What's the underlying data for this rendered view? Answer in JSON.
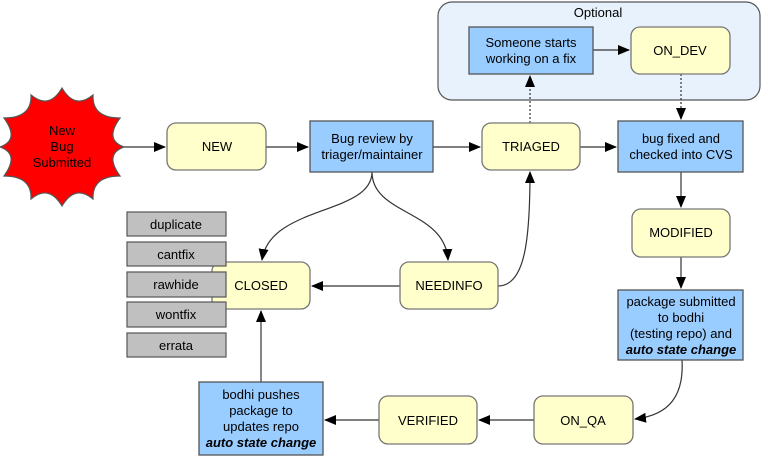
{
  "optional_label": "Optional",
  "start": [
    "New",
    "Bug",
    "Submitted"
  ],
  "nodes": {
    "new": "NEW",
    "review": [
      "Bug review by",
      "triager/maintainer"
    ],
    "triaged": "TRIAGED",
    "fixed": [
      "bug fixed and",
      "checked into CVS"
    ],
    "someone": [
      "Someone starts",
      "working on a fix"
    ],
    "on_dev": "ON_DEV",
    "modified": "MODIFIED",
    "submitted": [
      "package submitted",
      "to bodhi",
      "(testing repo) and",
      "auto state change"
    ],
    "on_qa": "ON_QA",
    "verified": "VERIFIED",
    "bodhi": [
      "bodhi pushes",
      "package to",
      "updates repo",
      "auto state change"
    ],
    "closed": "CLOSED",
    "needinfo": "NEEDINFO"
  },
  "resolutions": [
    "duplicate",
    "cantfix",
    "rawhide",
    "wontfix",
    "errata"
  ],
  "colors": {
    "start": "#ff0000",
    "state": "#ffffcc",
    "action": "#99ccff",
    "resolution": "#c0c0c0",
    "optional": "#e8f2fc"
  }
}
